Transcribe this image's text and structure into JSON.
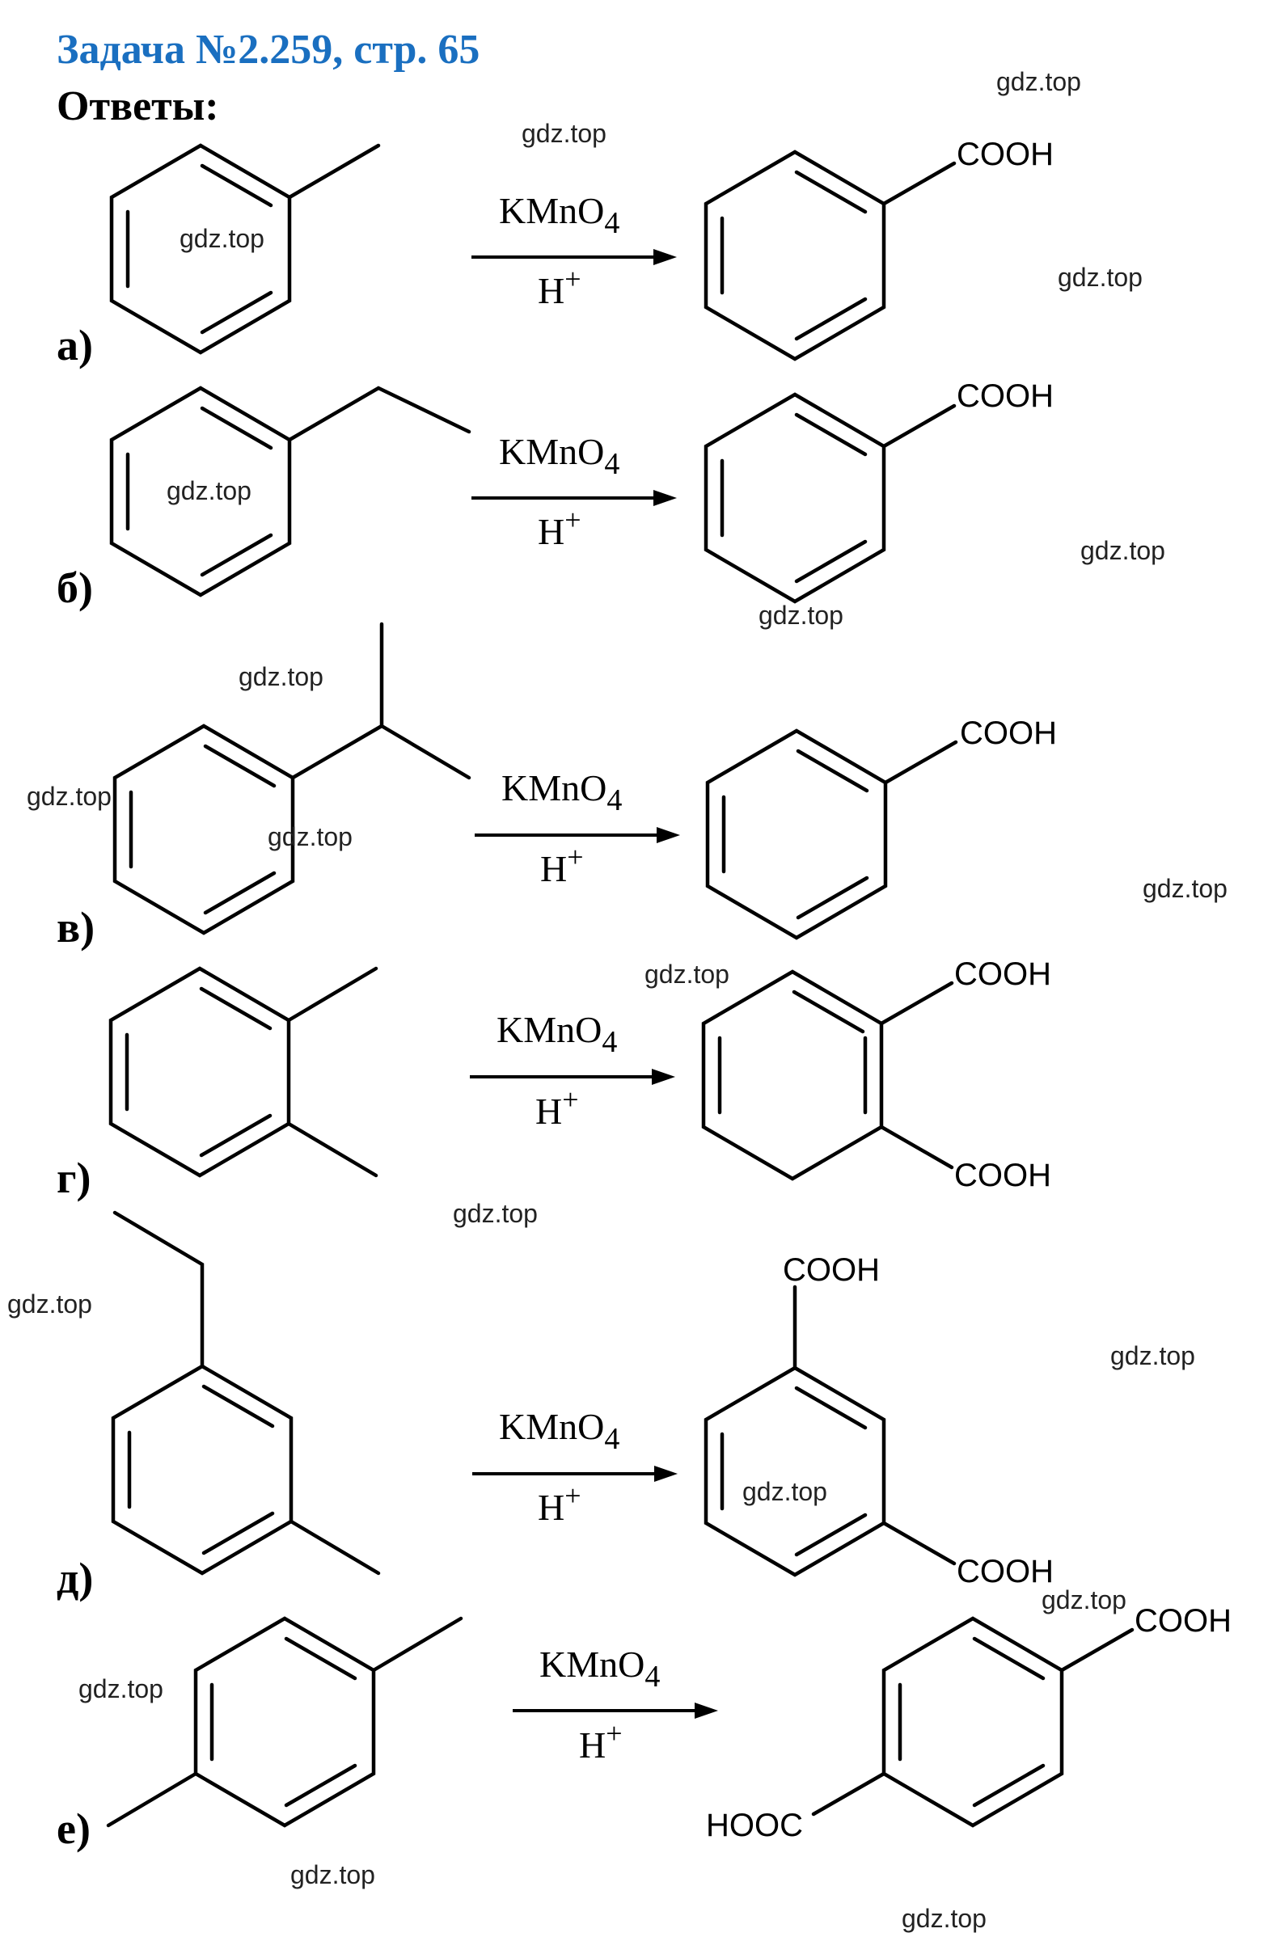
{
  "header": {
    "title": "Задача №2.259, стр. 65",
    "title_color": "#1a6fc0",
    "answers_label": "Ответы:"
  },
  "reactions": [
    {
      "label": "а)",
      "reagent_main": "KMnO",
      "reagent_sub": "4",
      "condition_main": "H",
      "condition_sup": "+",
      "product_groups": [
        "COOH"
      ]
    },
    {
      "label": "б)",
      "reagent_main": "KMnO",
      "reagent_sub": "4",
      "condition_main": "H",
      "condition_sup": "+",
      "product_groups": [
        "COOH"
      ]
    },
    {
      "label": "в)",
      "reagent_main": "KMnO",
      "reagent_sub": "4",
      "condition_main": "H",
      "condition_sup": "+",
      "product_groups": [
        "COOH"
      ]
    },
    {
      "label": "г)",
      "reagent_main": "KMnO",
      "reagent_sub": "4",
      "condition_main": "H",
      "condition_sup": "+",
      "product_groups": [
        "COOH",
        "COOH"
      ]
    },
    {
      "label": "д)",
      "reagent_main": "KMnO",
      "reagent_sub": "4",
      "condition_main": "H",
      "condition_sup": "+",
      "product_groups": [
        "COOH",
        "COOH"
      ]
    },
    {
      "label": "е)",
      "reagent_main": "KMnO",
      "reagent_sub": "4",
      "condition_main": "H",
      "condition_sup": "+",
      "product_groups": [
        "COOH",
        "HOOC"
      ]
    }
  ],
  "watermark": "gdz.top"
}
